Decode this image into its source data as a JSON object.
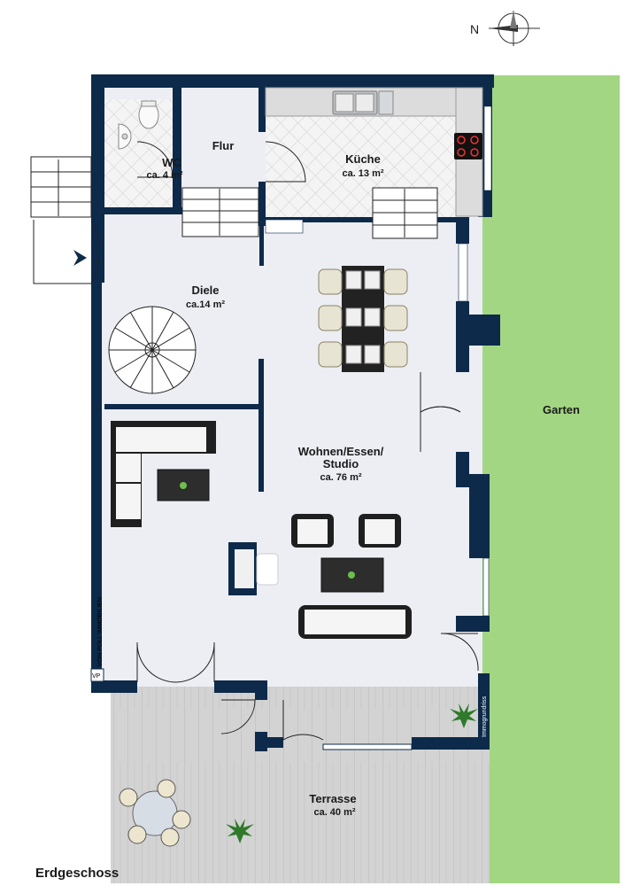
{
  "floor_name": "Erdgeschoss",
  "compass": {
    "label": "N"
  },
  "brand_stamp": {
    "logo": "VP",
    "text": "VON POLL IMMOBILIEN"
  },
  "side_note": "Immogrundriss",
  "rooms": {
    "wc": {
      "name": "WC",
      "area": "ca. 4 m²"
    },
    "flur": {
      "name": "Flur"
    },
    "kueche": {
      "name": "Küche",
      "area": "ca. 13 m²"
    },
    "diele": {
      "name": "Diele",
      "area": "ca.14 m²"
    },
    "wohnen": {
      "name_line1": "Wohnen/Essen/",
      "name_line2": "Studio",
      "area": "ca. 76 m²"
    },
    "terrasse": {
      "name": "Terrasse",
      "area": "ca. 40 m²"
    },
    "garten": {
      "name": "Garten"
    }
  },
  "colors": {
    "wall": "#0d2a4a",
    "floor": "#eef0f4",
    "tile": "#f2f2f2",
    "grass": "#9fd47f",
    "deck": "#cfcfcf",
    "furniture_dark": "#222222"
  }
}
